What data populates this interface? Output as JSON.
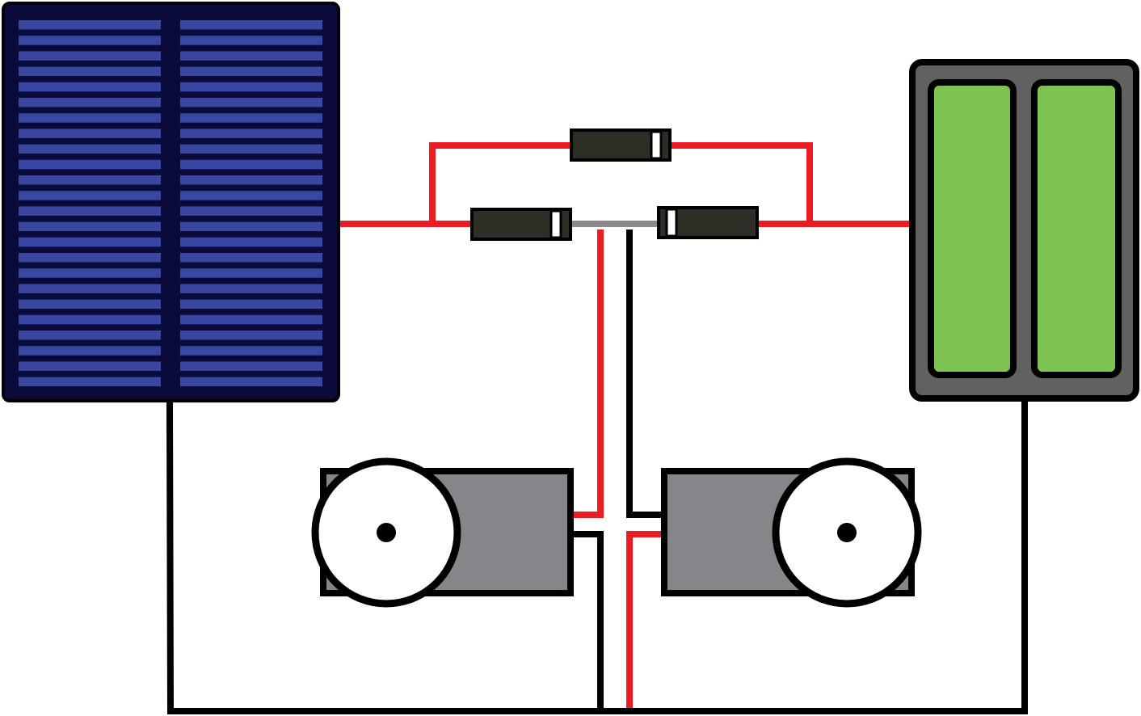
{
  "colors": {
    "panel_frame": "#0b0b3b",
    "panel_cell": "#3a47a0",
    "battery_case": "#616161",
    "battery_cell": "#7dc353",
    "diode_body": "#2e2e26",
    "motor_body": "#85868a",
    "positive_wire": "#ed1c24",
    "negative_wire": "#000000",
    "junction_wire": "#8a8a8c"
  },
  "components": [
    "solar-panel",
    "battery-pack",
    "diode",
    "diode",
    "diode",
    "motor",
    "motor"
  ]
}
